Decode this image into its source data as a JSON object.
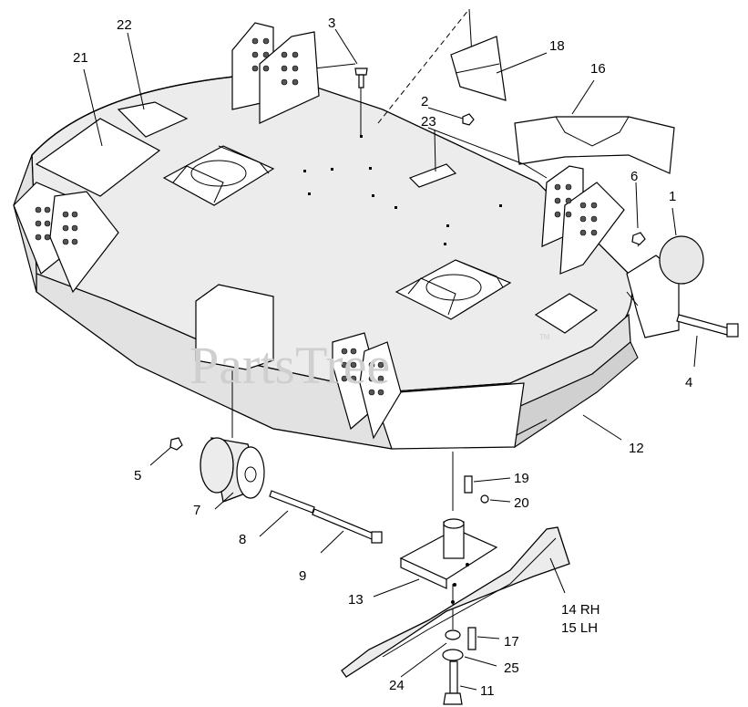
{
  "watermark": {
    "text": "PartsTree",
    "tm": "TM"
  },
  "callouts": {
    "c1": "1",
    "c2": "2",
    "c3": "3",
    "c4": "4",
    "c5": "5",
    "c6": "6",
    "c7": "7",
    "c8": "8",
    "c9": "9",
    "c11": "11",
    "c12": "12",
    "c13": "13",
    "c14": "14 RH",
    "c15": "15 LH",
    "c16": "16",
    "c17": "17",
    "c18": "18",
    "c19": "19",
    "c20": "20",
    "c21": "21",
    "c22": "22",
    "c23": "23",
    "c24": "24",
    "c25": "25"
  }
}
